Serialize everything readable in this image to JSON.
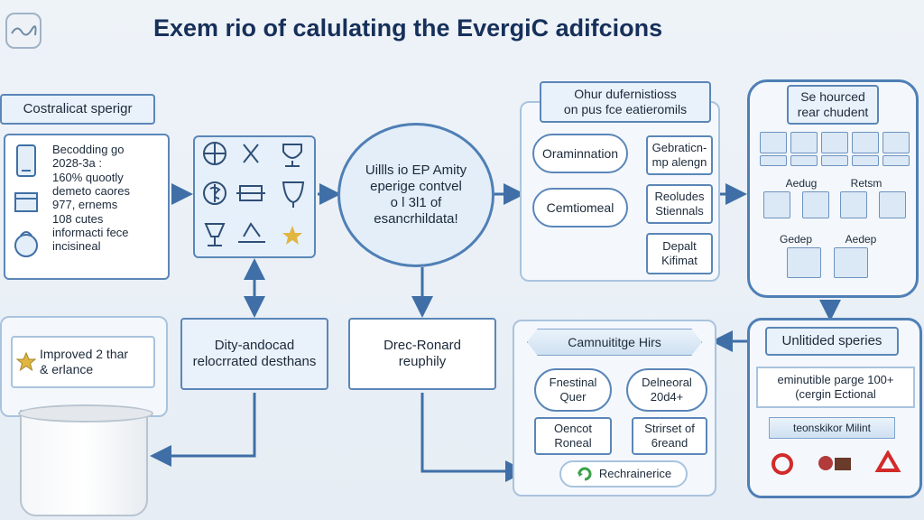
{
  "title": "Exem rio of calulating the EvergiC adifcions",
  "left_panel": {
    "header": "Costralicat sperigr",
    "lines": [
      "Becodding go",
      "2028-3a :",
      "160% quootly",
      "demeto caores",
      "977, ernems",
      "108 cutes",
      "informacti fece",
      "incisineal"
    ]
  },
  "center_circle": {
    "lines": [
      "Uillls io EP Amity",
      "eperige contvel",
      "o l 3l1 of",
      "esancrhildata!"
    ]
  },
  "other_panel": {
    "header_lines": [
      "Ohur dufernistioss",
      "on pus fce eatieromils"
    ],
    "ovals": [
      "Oraminnation",
      "Cemtiomeal"
    ],
    "items": [
      [
        "Gebraticn-",
        "mp alengn"
      ],
      [
        "Reoludes",
        "Stiennals"
      ],
      [
        "Depalt",
        "Kifimat"
      ]
    ]
  },
  "resource_panel": {
    "header_lines": [
      "Se hourced",
      "rear chudent"
    ],
    "row_labels": [
      "Aedug",
      "Retsm",
      "Gedep",
      "Aedep"
    ]
  },
  "bottom_left": {
    "lines": [
      "Improved 2 thar",
      "& erlance"
    ]
  },
  "bottom_boxes": {
    "dity_lines": [
      "Dity-andocad",
      "relocrrated desthans"
    ],
    "drec_lines": [
      "Drec-Ronard",
      "reuphily"
    ]
  },
  "community_panel": {
    "ribbon": "Camnuititge Hirs",
    "ovals": [
      [
        "Fnestinal",
        "Quer"
      ],
      [
        "Delneoral",
        "20d4+"
      ],
      [
        "Oencot",
        "Roneal"
      ],
      [
        "Strirset of",
        "6reand"
      ]
    ],
    "bottom": "Rechrainerice"
  },
  "unlimited_panel": {
    "header": "Unlitided speries",
    "text_lines": [
      "eminutible parge 100+",
      "(cergin Ectional"
    ],
    "sub": "teonskikor Milint"
  },
  "colors": {
    "primary": "#5b86b8",
    "title": "#16305a",
    "arrow": "#3f6fa6"
  },
  "icons": [
    "logo-icon",
    "phone-icon",
    "barbell-icon",
    "tools-icon",
    "trophy-icon",
    "star-icon",
    "green-cycle-icon",
    "red-recycle-icon"
  ]
}
